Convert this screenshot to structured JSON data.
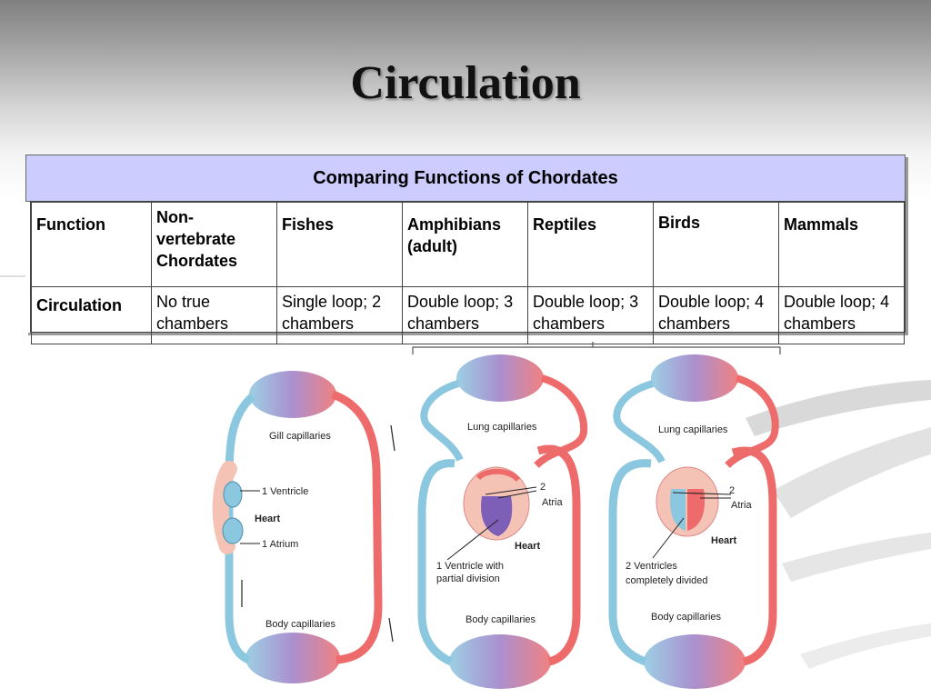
{
  "slide": {
    "title": "Circulation"
  },
  "table": {
    "caption": "Comparing Functions of Chordates",
    "headers": [
      "Function",
      "Non-vertebrate Chordates",
      "Fishes",
      "Amphibians (adult)",
      "Reptiles",
      "Birds",
      "Mammals"
    ],
    "row": {
      "label": "Circulation",
      "cells": [
        "No true chambers",
        "Single loop; 2 chambers",
        "Double loop; 3 chambers",
        "Double loop; 3 chambers",
        "Double loop; 4 chambers",
        "Double loop; 4 chambers"
      ]
    }
  },
  "diagram": {
    "fish": {
      "gill_capillaries": "Gill capillaries",
      "ventricle": "1 Ventricle",
      "heart": "Heart",
      "atrium": "1 Atrium",
      "body_capillaries": "Body capillaries"
    },
    "amphibian": {
      "lung_capillaries": "Lung capillaries",
      "atria_num": "2",
      "atria": "Atria",
      "heart": "Heart",
      "ventricle_line1": "1 Ventricle with",
      "ventricle_line2": "partial division",
      "body_capillaries": "Body capillaries"
    },
    "mammal": {
      "lung_capillaries": "Lung capillaries",
      "atria_num": "2",
      "atria": "Atria",
      "heart": "Heart",
      "ventricles_line1": "2 Ventricles",
      "ventricles_line2": "completely divided",
      "body_capillaries": "Body capillaries"
    }
  },
  "colors": {
    "header_bg": "#ccccff",
    "oxygen_poor": "#8cc7e0",
    "oxygen_rich": "#ee6b6b",
    "mixed": "#9b7cc6"
  }
}
